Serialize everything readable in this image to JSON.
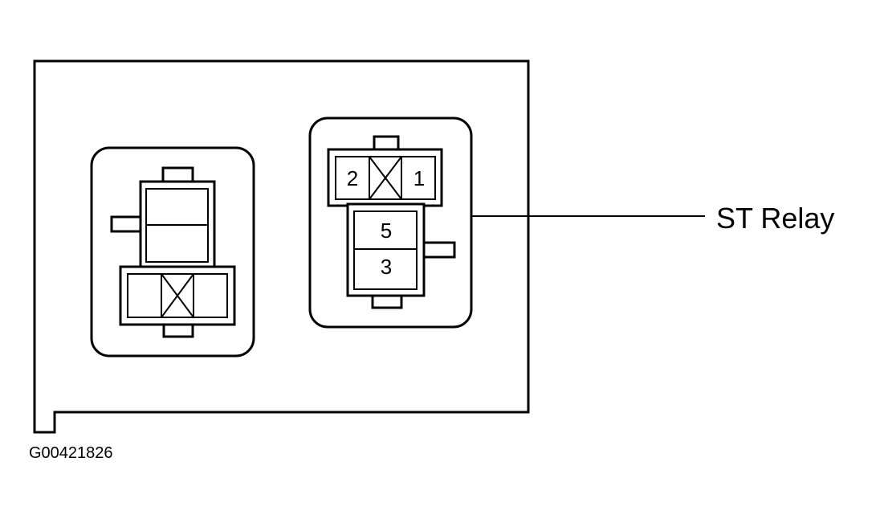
{
  "relay_block": {
    "st_relay": {
      "pins": {
        "pin_2": "2",
        "pin_1": "1",
        "pin_5": "5",
        "pin_3": "3"
      },
      "callout_label": "ST Relay"
    }
  },
  "figure_id": "G00421826",
  "colors": {
    "line": "#000000",
    "background": "#ffffff"
  }
}
